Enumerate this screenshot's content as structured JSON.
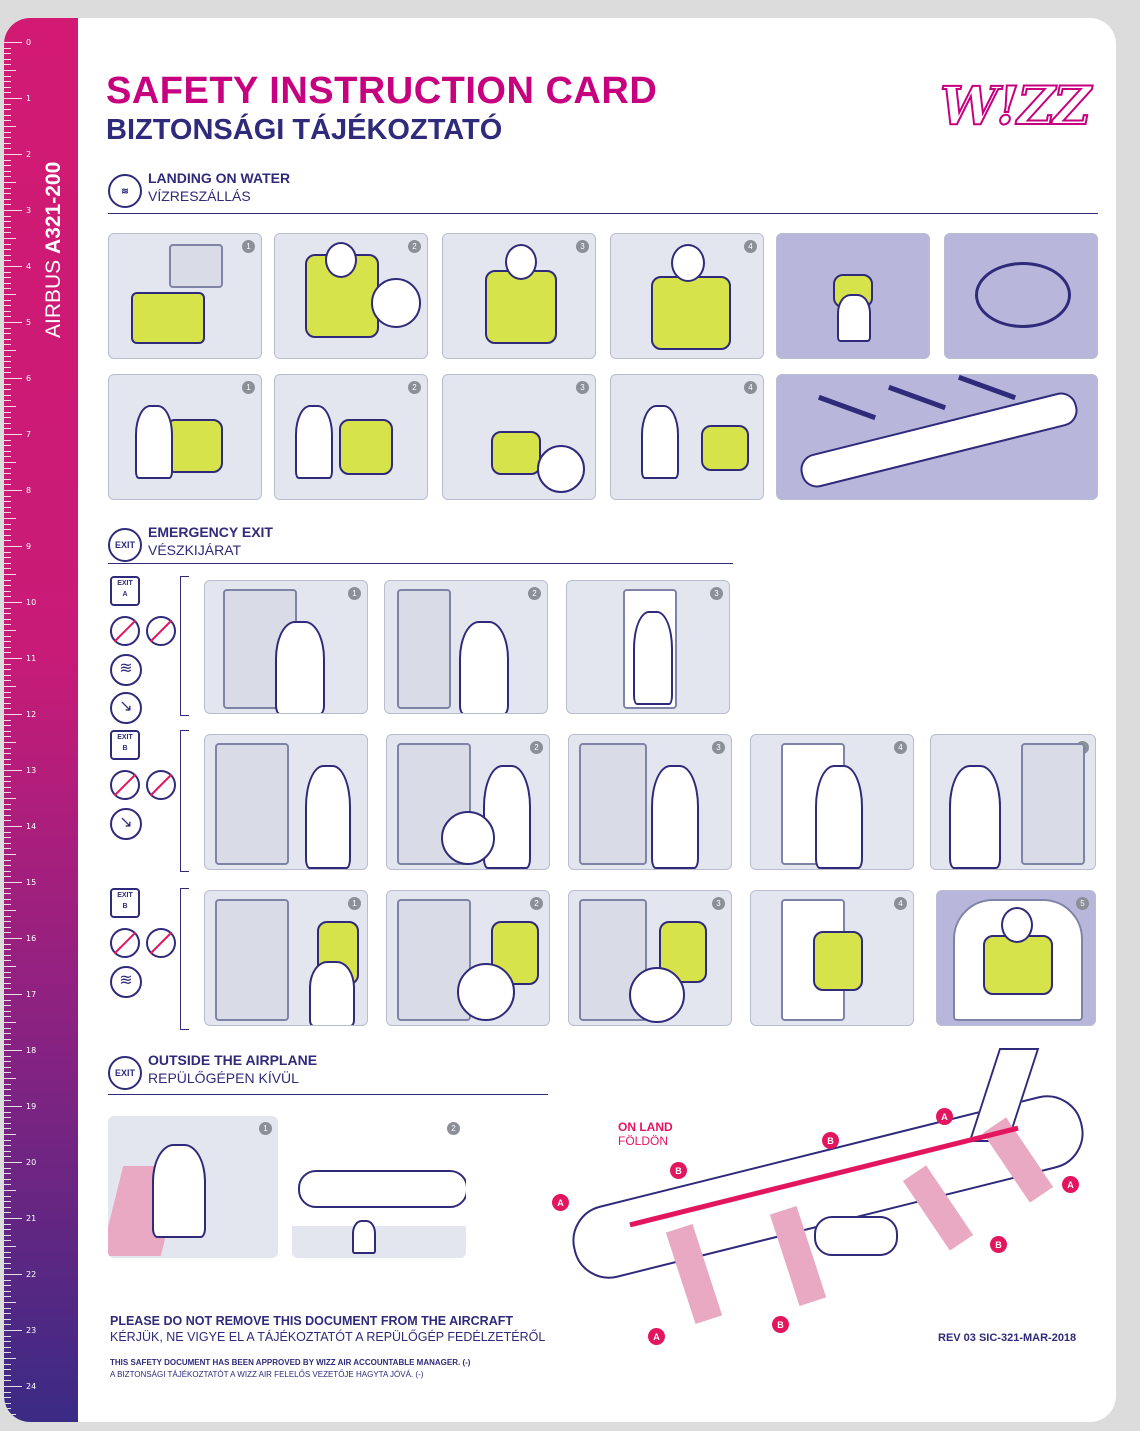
{
  "card": {
    "title_en": "SAFETY INSTRUCTION CARD",
    "title_hu": "BIZTONSÁGI TÁJÉKOZTATÓ",
    "logo": "W!ZZ",
    "aircraft_prefix": "AIRBUS ",
    "aircraft_model": "A321-200"
  },
  "ruler": {
    "numbers": [
      "0",
      "1",
      "2",
      "3",
      "4",
      "5",
      "6",
      "7",
      "8",
      "9",
      "10",
      "11",
      "12",
      "13",
      "14",
      "15",
      "16",
      "17",
      "18",
      "19",
      "20",
      "21",
      "22",
      "23",
      "24"
    ]
  },
  "sections": {
    "water": {
      "icon": "water-icon",
      "title_en": "LANDING ON WATER",
      "title_hu": "VÍZRESZÁLLÁS"
    },
    "exit": {
      "icon": "exit-icon",
      "icon_text": "EXIT",
      "title_en": "EMERGENCY EXIT",
      "title_hu": "VÉSZKIJÁRAT"
    },
    "outside": {
      "icon": "exit-icon",
      "icon_text": "EXIT",
      "title_en": "OUTSIDE THE AIRPLANE",
      "title_hu": "REPÜLŐGÉPEN KÍVÜL"
    }
  },
  "exit_rows": [
    {
      "exit_label": "EXIT",
      "exit_letter": "A"
    },
    {
      "exit_label": "EXIT",
      "exit_letter": "B"
    },
    {
      "exit_label": "EXIT",
      "exit_letter": "B"
    }
  ],
  "step_numbers": [
    "1",
    "2",
    "3",
    "4",
    "5"
  ],
  "on_land": {
    "en": "ON LAND",
    "hu": "FÖLDÖN"
  },
  "exit_badges": {
    "a": "A",
    "b": "B"
  },
  "footer": {
    "warning_en": "PLEASE DO NOT REMOVE THIS DOCUMENT FROM THE AIRCRAFT",
    "warning_hu": "KÉRJÜK, NE VIGYE EL A TÁJÉKOZTATÓT A REPÜLŐGÉP FEDÉLZETÉRŐL",
    "approval_en": "THIS SAFETY DOCUMENT HAS BEEN APPROVED BY WIZZ AIR ACCOUNTABLE MANAGER. (-)",
    "approval_hu": "A BIZTONSÁGI TÁJÉKOZTATÓT A WIZZ AIR FELELŐS VEZETŐJE HAGYTA JÓVÁ. (-)",
    "revision": "REV 03 SIC-321-MAR-2018"
  },
  "colors": {
    "magenta": "#c6007e",
    "navy": "#2f2a7a",
    "vest": "#d7e34a",
    "arrow": "#e4155f",
    "lavender": "#b9b6dc"
  }
}
